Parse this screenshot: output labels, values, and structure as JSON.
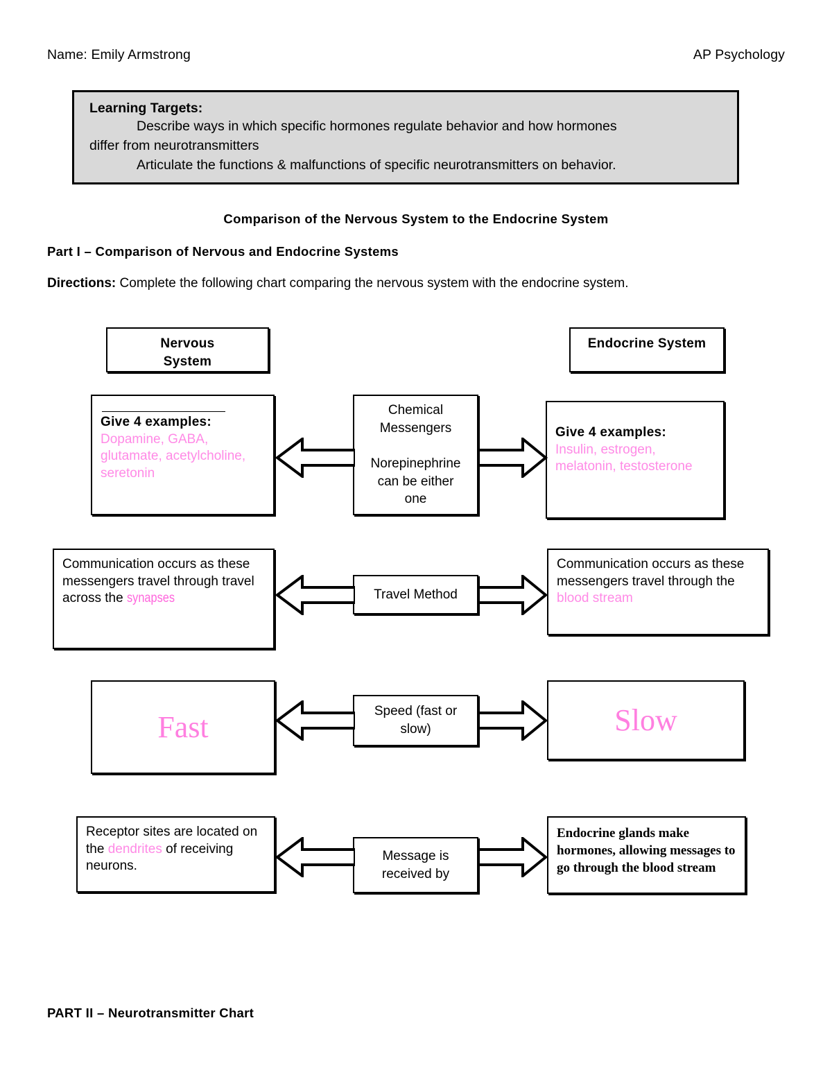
{
  "header": {
    "name": "Name: Emily Armstrong",
    "course": "AP Psychology"
  },
  "learning_targets": {
    "title": "Learning Targets:",
    "line1": "Describe ways in which specific hormones regulate behavior and how hormones",
    "line2": "differ from neurotransmitters",
    "line3": "Articulate the functions & malfunctions of specific neurotransmitters on behavior."
  },
  "titles": {
    "doc_title": "Comparison of the Nervous System to the Endocrine System",
    "part1": "Part I – Comparison of Nervous and Endocrine Systems",
    "directions_label": "Directions:",
    "directions_text": "Complete the following chart comparing the nervous system with the endocrine system.",
    "part2": "PART II – Neurotransmitter Chart"
  },
  "columns": {
    "left_header": "Nervous\nSystem",
    "right_header": "Endocrine System"
  },
  "rows": [
    {
      "center": "Chemical\nMessengers\n\nNorepinephrine\ncan be either\none",
      "left_label": "Give 4 examples:",
      "left_answer": "Dopamine, GABA, glutamate, acetylcholine, seretonin",
      "right_label": "Give 4 examples:",
      "right_answer": "Insulin, estrogen, melatonin, testosterone"
    },
    {
      "center": "Travel Method",
      "left_prompt": "Communication occurs as these messengers travel through travel across the",
      "left_answer": "synapses",
      "right_prompt": "Communication occurs as these messengers travel through the",
      "right_answer": "blood stream"
    },
    {
      "center": "Speed (fast or\nslow)",
      "left_answer": "Fast",
      "right_answer": "Slow"
    },
    {
      "center": "Message is\nreceived by",
      "left_prompt_a": "Receptor sites are located on the ",
      "left_answer": "dendrites",
      "left_prompt_b": " of receiving neurons.",
      "right_answer": "Endocrine glands make hormones, allowing messages to go through the blood stream"
    }
  ],
  "colors": {
    "answer_pink": "#ff8ae6",
    "answer_pink_strong": "#ff66dd",
    "learning_box_fill": "#d9d9d9"
  }
}
